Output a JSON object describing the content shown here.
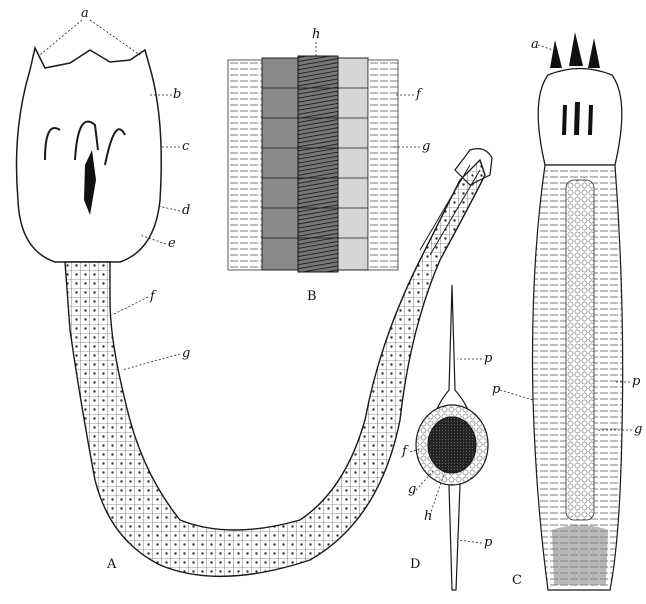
{
  "figure": {
    "panels": [
      {
        "id": "A",
        "caption": "A"
      },
      {
        "id": "B",
        "caption": "B"
      },
      {
        "id": "C",
        "caption": "C"
      },
      {
        "id": "D",
        "caption": "D"
      }
    ],
    "labels": {
      "a_head": "a",
      "b": "b",
      "c": "c",
      "d": "d",
      "e": "e",
      "f_a": "f",
      "g_a": "g",
      "h_b": "h",
      "f_b": "f",
      "g_b": "g",
      "a_c": "a",
      "p_c_left": "p",
      "p_c_right": "p",
      "g_c": "g",
      "p_d_top": "p",
      "f_d": "f",
      "g_d": "g",
      "h_d": "h",
      "p_d_bottom": "p"
    }
  }
}
